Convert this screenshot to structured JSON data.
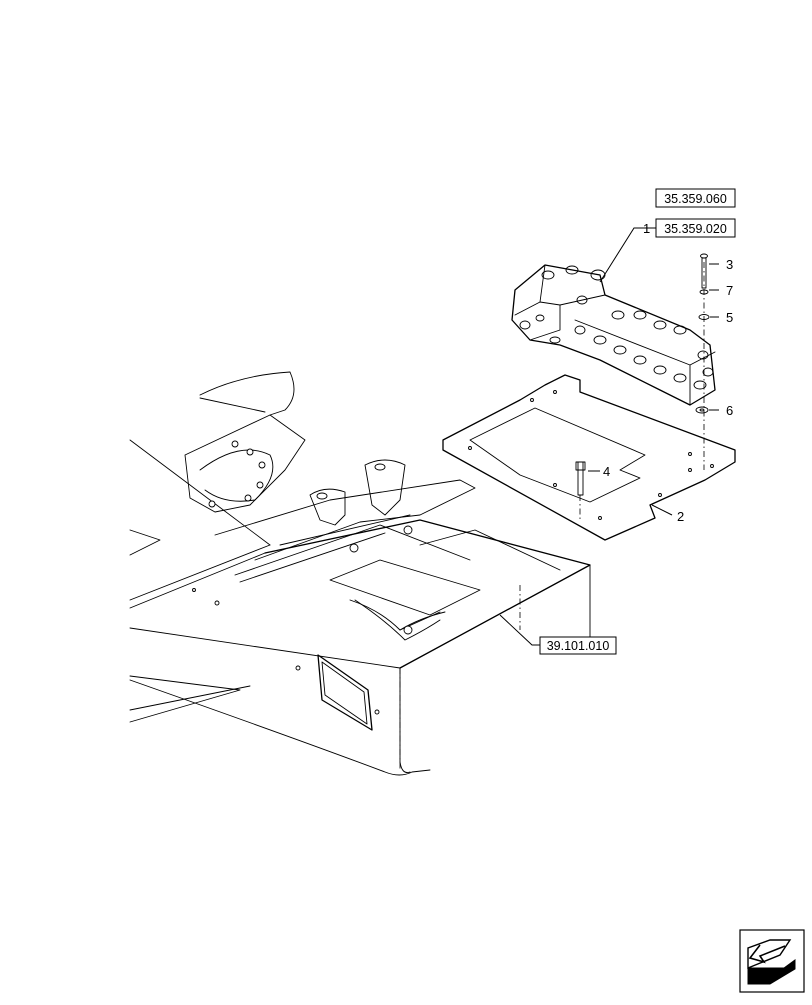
{
  "reference_boxes": {
    "ref_top": "35.359.060",
    "ref_valve": "35.359.020",
    "ref_frame": "39.101.010"
  },
  "callouts": {
    "valve": "1",
    "plate": "2",
    "bolt": "3",
    "stud": "4",
    "washer_a": "5",
    "washer_b": "6",
    "washer_c": "7"
  },
  "icons": {
    "nav": "previous-page-arrow-icon"
  }
}
